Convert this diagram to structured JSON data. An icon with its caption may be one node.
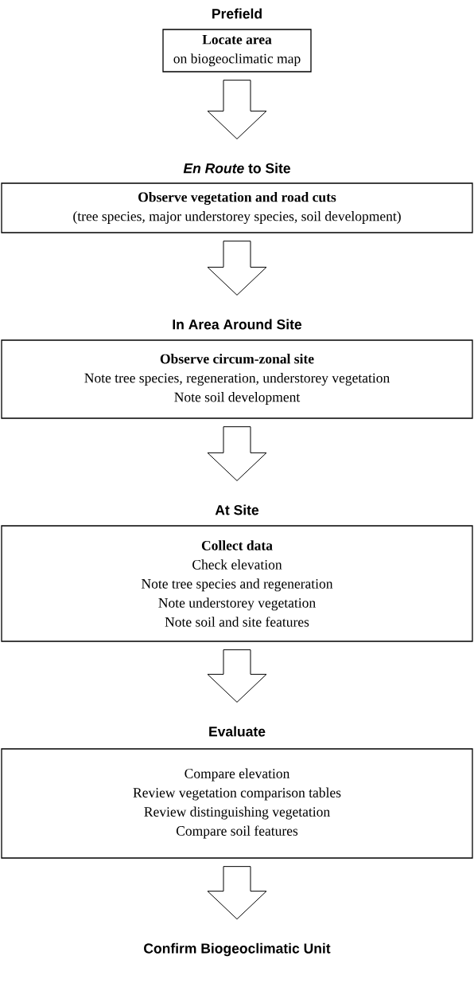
{
  "diagram": {
    "nodes": [
      {
        "text": [
          "Prefield",
          "Locate area",
          "on biogeoclimatic map"
        ]
      },
      {
        "text": [
          "*En Route* to Site",
          "Observe vegetation and road cuts",
          "(tree species, major understorey species, soil development)"
        ]
      },
      {
        "text": [
          "In Area Around Site",
          "Observe circum-zonal site",
          "Note tree species, regeneration, understorey vegetation",
          "Note soil development"
        ]
      },
      {
        "text": [
          "At Site",
          "Collect data",
          "Check elevation",
          "Note tree species and regeneration",
          "Note understorey vegetation",
          "Note soil and site features"
        ]
      },
      {
        "text": [
          "Evaluate",
          "Compare elevation",
          "Review vegetation comparison tables",
          "Review distinguishing vegetation",
          "Compare soil features"
        ]
      },
      {
        "text": [
          "Confirm Biogeoclimatic Unit"
        ]
      }
    ],
    "edges": [
      {
        "from": 0,
        "to": 1,
        "arrow": "to"
      },
      {
        "from": 1,
        "to": 2,
        "arrow": "to"
      },
      {
        "from": 2,
        "to": 3,
        "arrow": "to"
      },
      {
        "from": 3,
        "to": 4,
        "arrow": "to"
      },
      {
        "from": 4,
        "to": 5,
        "arrow": "to"
      }
    ]
  }
}
